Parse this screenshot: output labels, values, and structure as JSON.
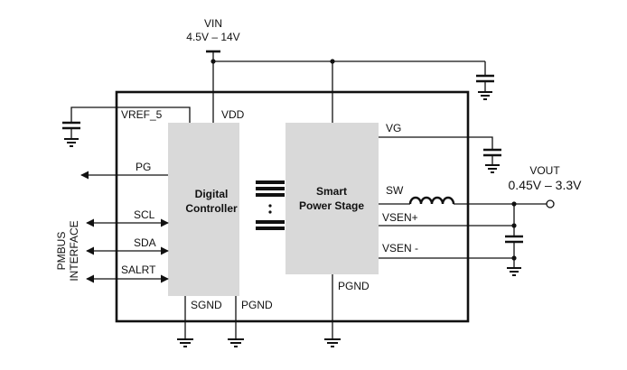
{
  "input": {
    "name": "VIN",
    "range": "4.5V – 14V"
  },
  "output": {
    "name": "VOUT",
    "range": "0.45V – 3.3V"
  },
  "blocks": {
    "controller_line1": "Digital",
    "controller_line2": "Controller",
    "stage_line1": "Smart",
    "stage_line2": "Power Stage"
  },
  "pins": {
    "vref": "VREF_5",
    "vdd": "VDD",
    "pg": "PG",
    "scl": "SCL",
    "sda": "SDA",
    "salrt": "SALRT",
    "sgnd": "SGND",
    "pgnd_controller": "PGND",
    "vg": "VG",
    "sw": "SW",
    "vsen_plus": "VSEN+",
    "vsen_minus": "VSEN -",
    "pgnd_stage": "PGND"
  },
  "bus_label_line1": "PMBUS",
  "bus_label_line2": "INTERFACE",
  "colors": {
    "block_fill": "#d9d9d9",
    "line": "#111111",
    "background": "#ffffff"
  }
}
